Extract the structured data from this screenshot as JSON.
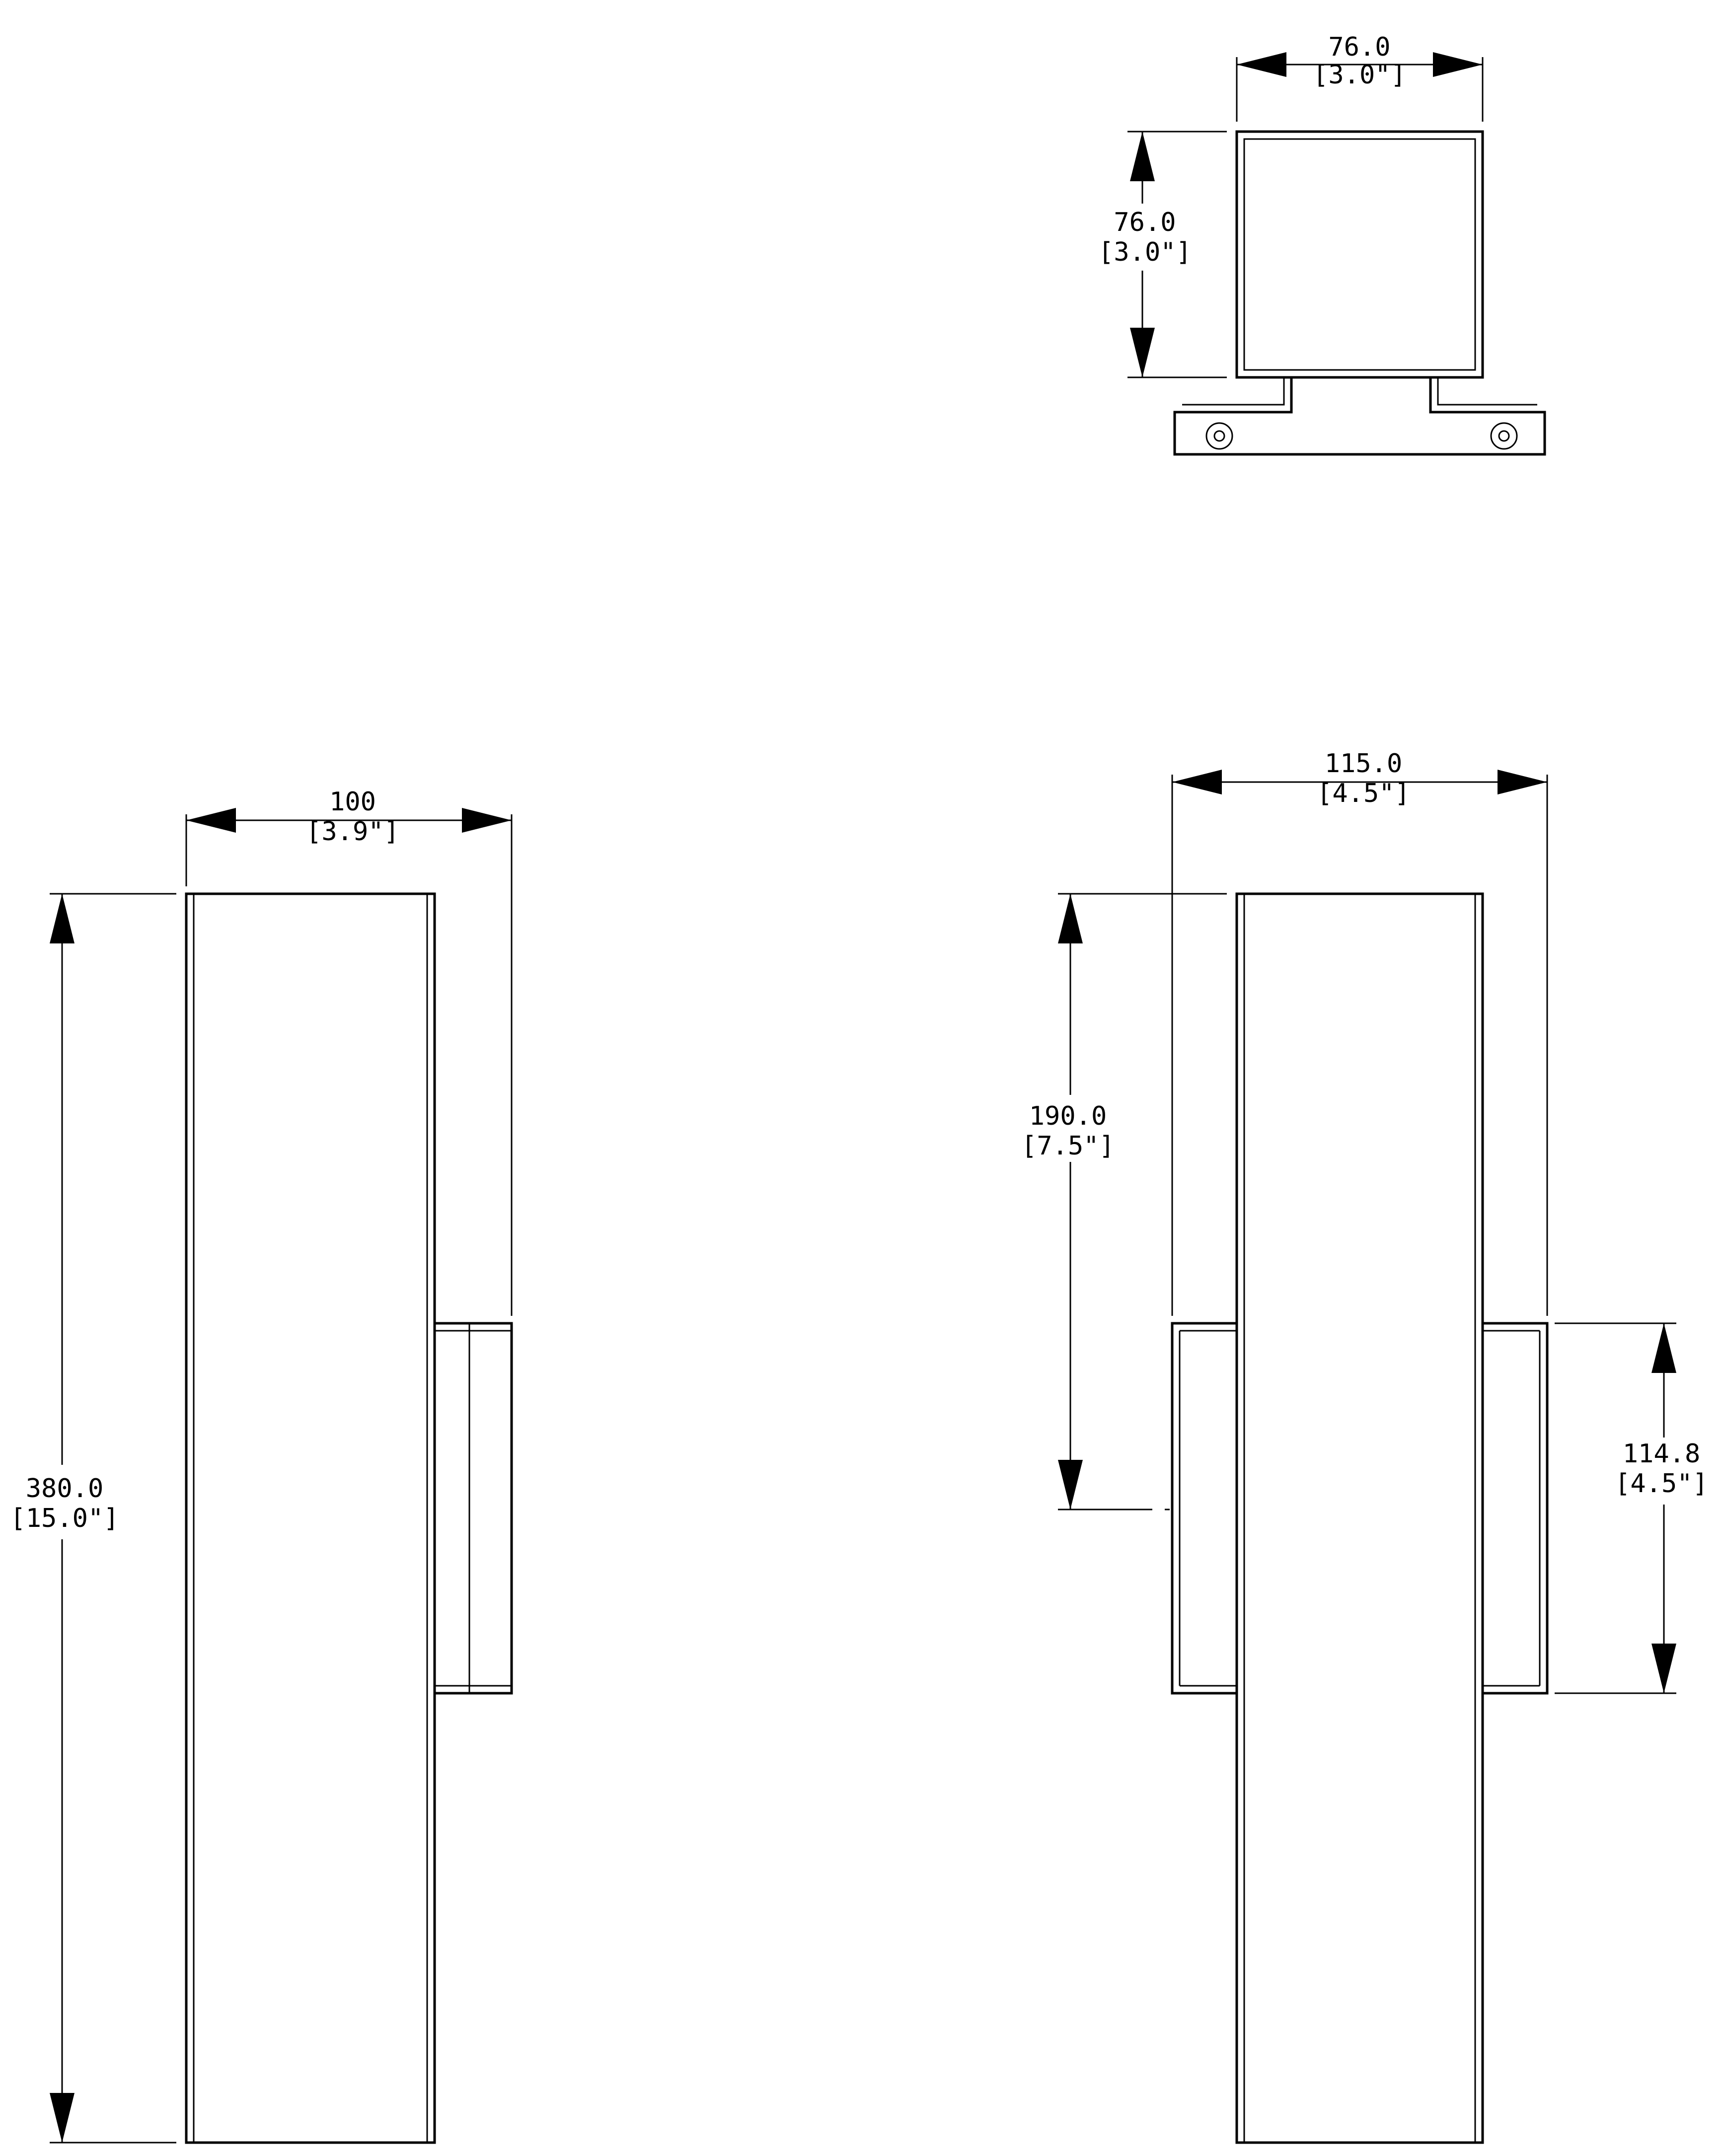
{
  "top_view": {
    "width_label": "76.0",
    "width_label_in": "[3.0\"]",
    "depth_label": "76.0",
    "depth_label_in": "[3.0\"]"
  },
  "side_view": {
    "width_label": "100",
    "width_label_in": "[3.9\"]",
    "height_label": "380.0",
    "height_label_in": "[15.0\"]"
  },
  "front_view": {
    "width_label": "115.0",
    "width_label_in": "[4.5\"]",
    "mount_label": "190.0",
    "mount_label_in": "[7.5\"]",
    "bracket_label": "114.8",
    "bracket_label_in": "[4.5\"]"
  }
}
